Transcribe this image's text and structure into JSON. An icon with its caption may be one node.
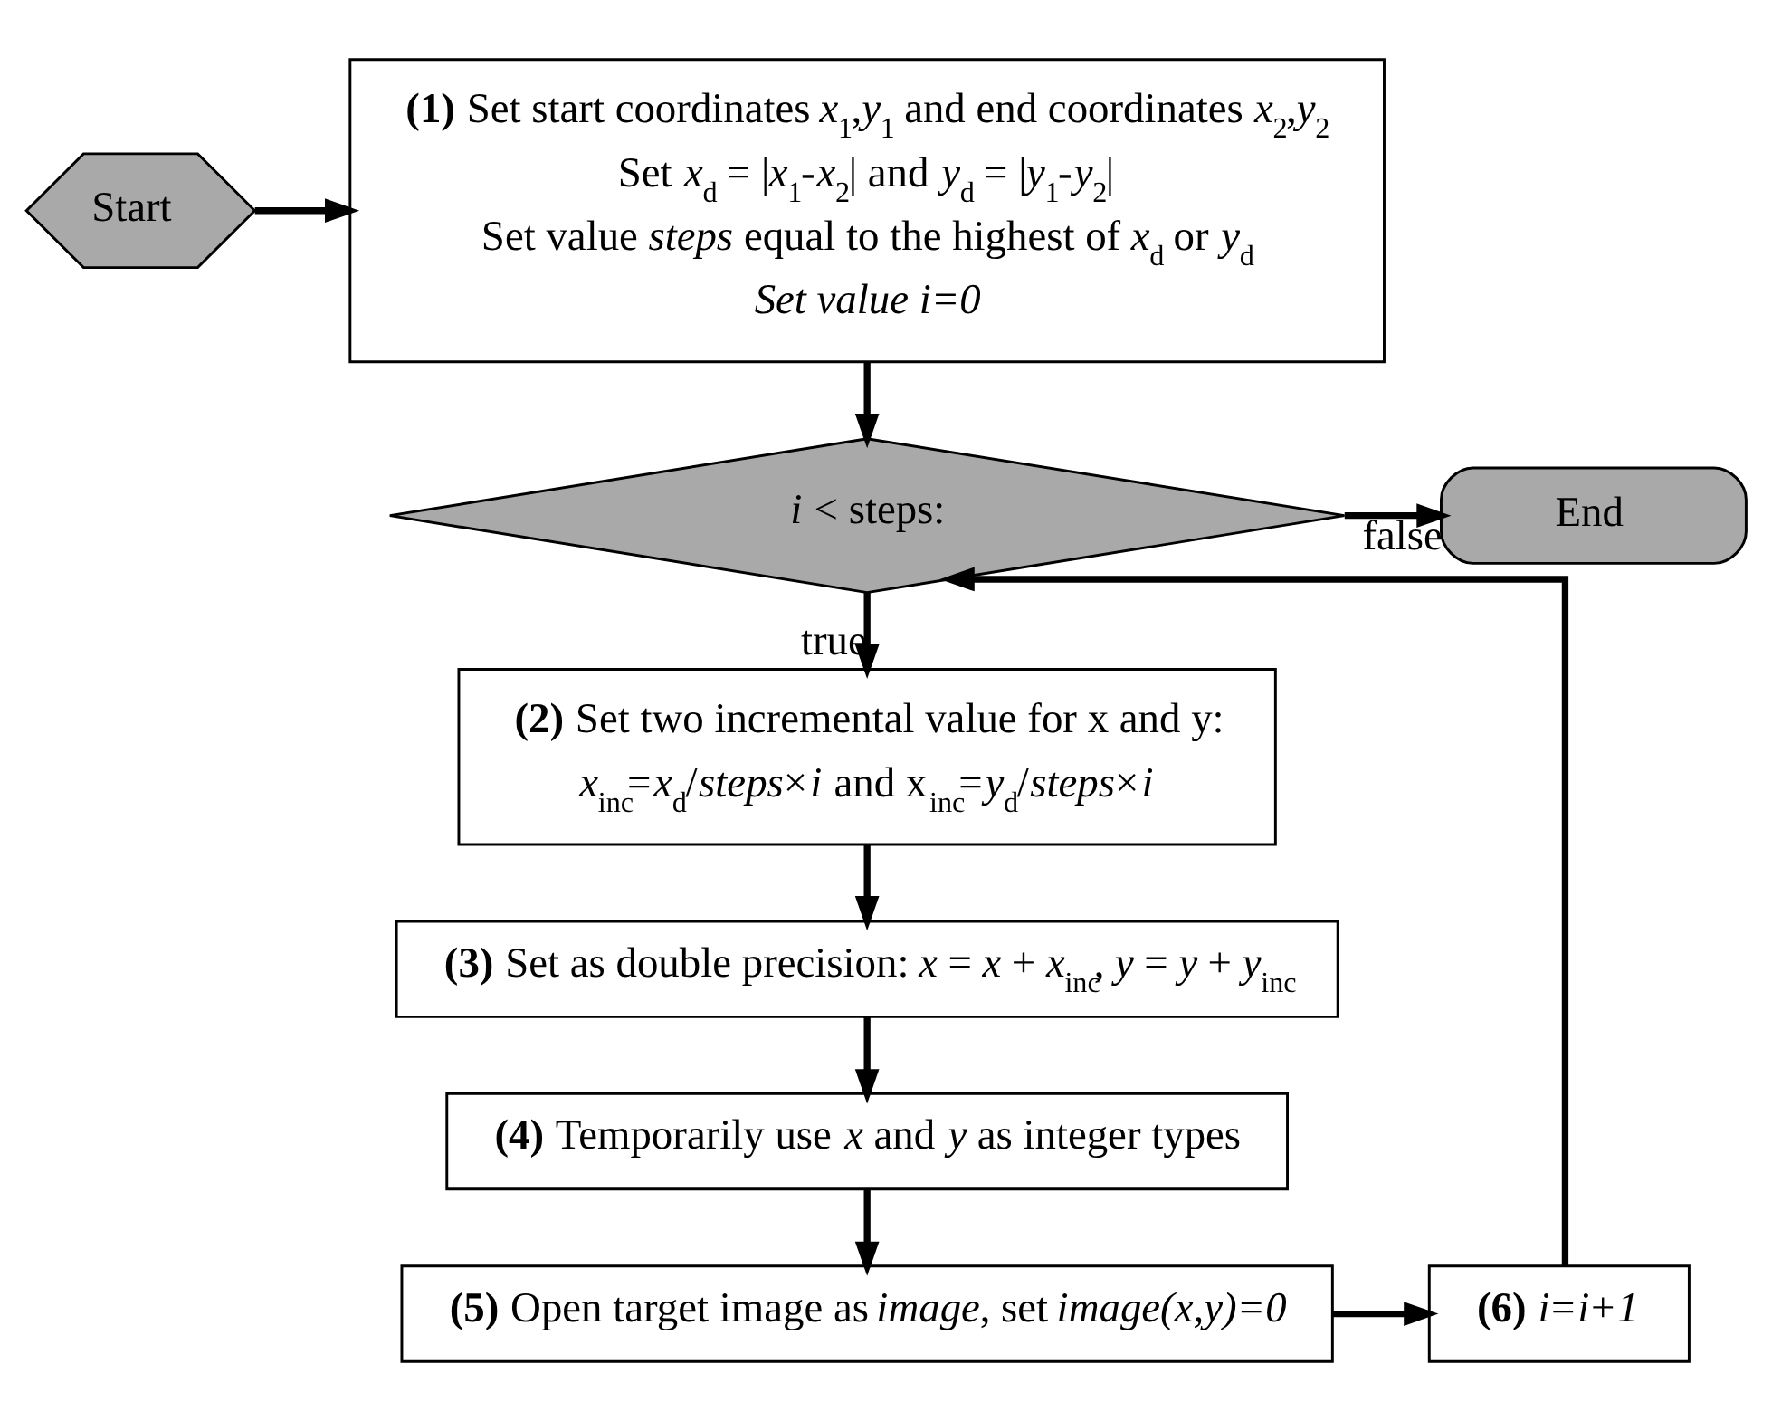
{
  "diagram": {
    "nodes": [
      {
        "text": [
          "Start"
        ]
      },
      {
        "text": [
          "**(1)** Set start coordinates *x*$_{1}$,*y*$_{1}$ and end coordinates *x*$_{2}$,*y*$_{2}$",
          "Set *x*$_{d}$ = |*x*$_{1}$-*x*$_{2}$| and *y*$_{d}$ = |*y*$_{1}$-*y*$_{2}$|",
          "Set value *steps* equal to the highest of *x*$_{d}$ or *y*$_{d}$",
          "*Set value i=0*"
        ]
      },
      {
        "text": [
          "*i* < steps:"
        ]
      },
      {
        "text": [
          "End"
        ]
      },
      {
        "text": [
          "**(2)** Set two incremental value for x and y:",
          "*x*$_{inc}$=*x*$_{d}$/*steps*×*i* and x$_{inc}$=*y*$_{d}$/*steps*×*i*"
        ]
      },
      {
        "text": [
          "**(3)** Set as double precision: *x* = *x* + *x*$_{inc}$, *y* = *y* + *y*$_{inc}$"
        ]
      },
      {
        "text": [
          "**(4)** Temporarily use *x* and *y* as integer types"
        ]
      },
      {
        "text": [
          "**(5)** Open target image as *image*, set *image(x,y)=0*"
        ]
      },
      {
        "text": [
          "**(6)** *i*=*i*+*1*"
        ]
      }
    ],
    "edges": [
      {
        "from": 0,
        "to": 1,
        "arrow": "to"
      },
      {
        "from": 1,
        "to": 2,
        "arrow": "to"
      },
      {
        "from": 2,
        "to": 3,
        "arrow": "to",
        "label": "false"
      },
      {
        "from": 2,
        "to": 4,
        "arrow": "to",
        "label": "true"
      },
      {
        "from": 4,
        "to": 5,
        "arrow": "to"
      },
      {
        "from": 5,
        "to": 6,
        "arrow": "to"
      },
      {
        "from": 6,
        "to": 7,
        "arrow": "to"
      },
      {
        "from": 7,
        "to": 8,
        "arrow": "to"
      },
      {
        "from": 8,
        "to": 2,
        "arrow": "to"
      }
    ]
  }
}
